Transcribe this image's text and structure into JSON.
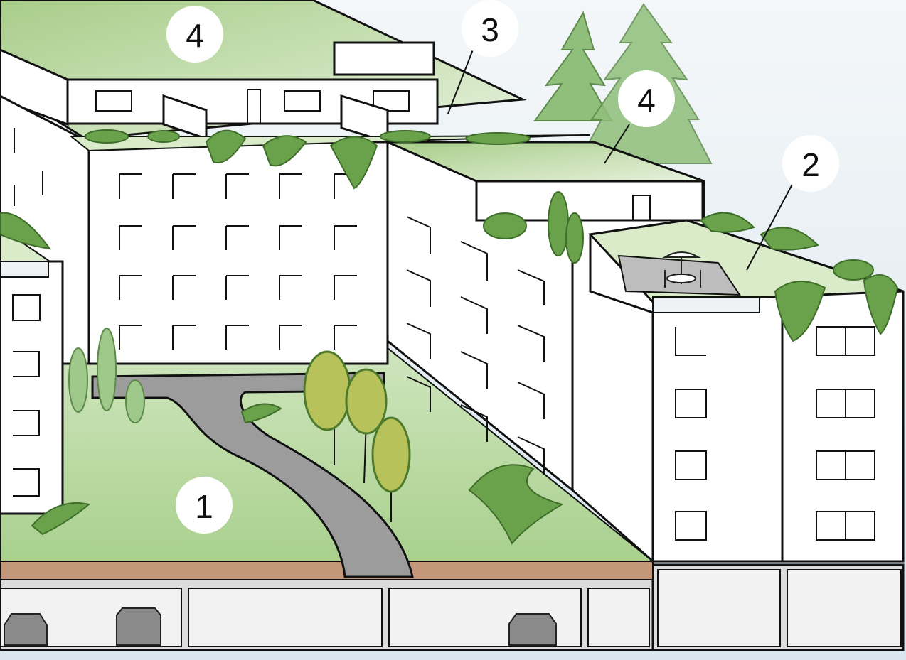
{
  "labels": {
    "green_space": "1",
    "roof_terrace": "2",
    "walkway": "3",
    "roof_upper": "4",
    "roof_middle": "4"
  },
  "colors": {
    "sky": "#e6eef3",
    "lawn": "#b9d9a3",
    "roof_green": "#cfe6b8",
    "path": "#9c9c9c",
    "soil": "#c4967a",
    "garage": "#ececec",
    "wall": "#ffffff",
    "foliage": "#5e9a3e"
  }
}
